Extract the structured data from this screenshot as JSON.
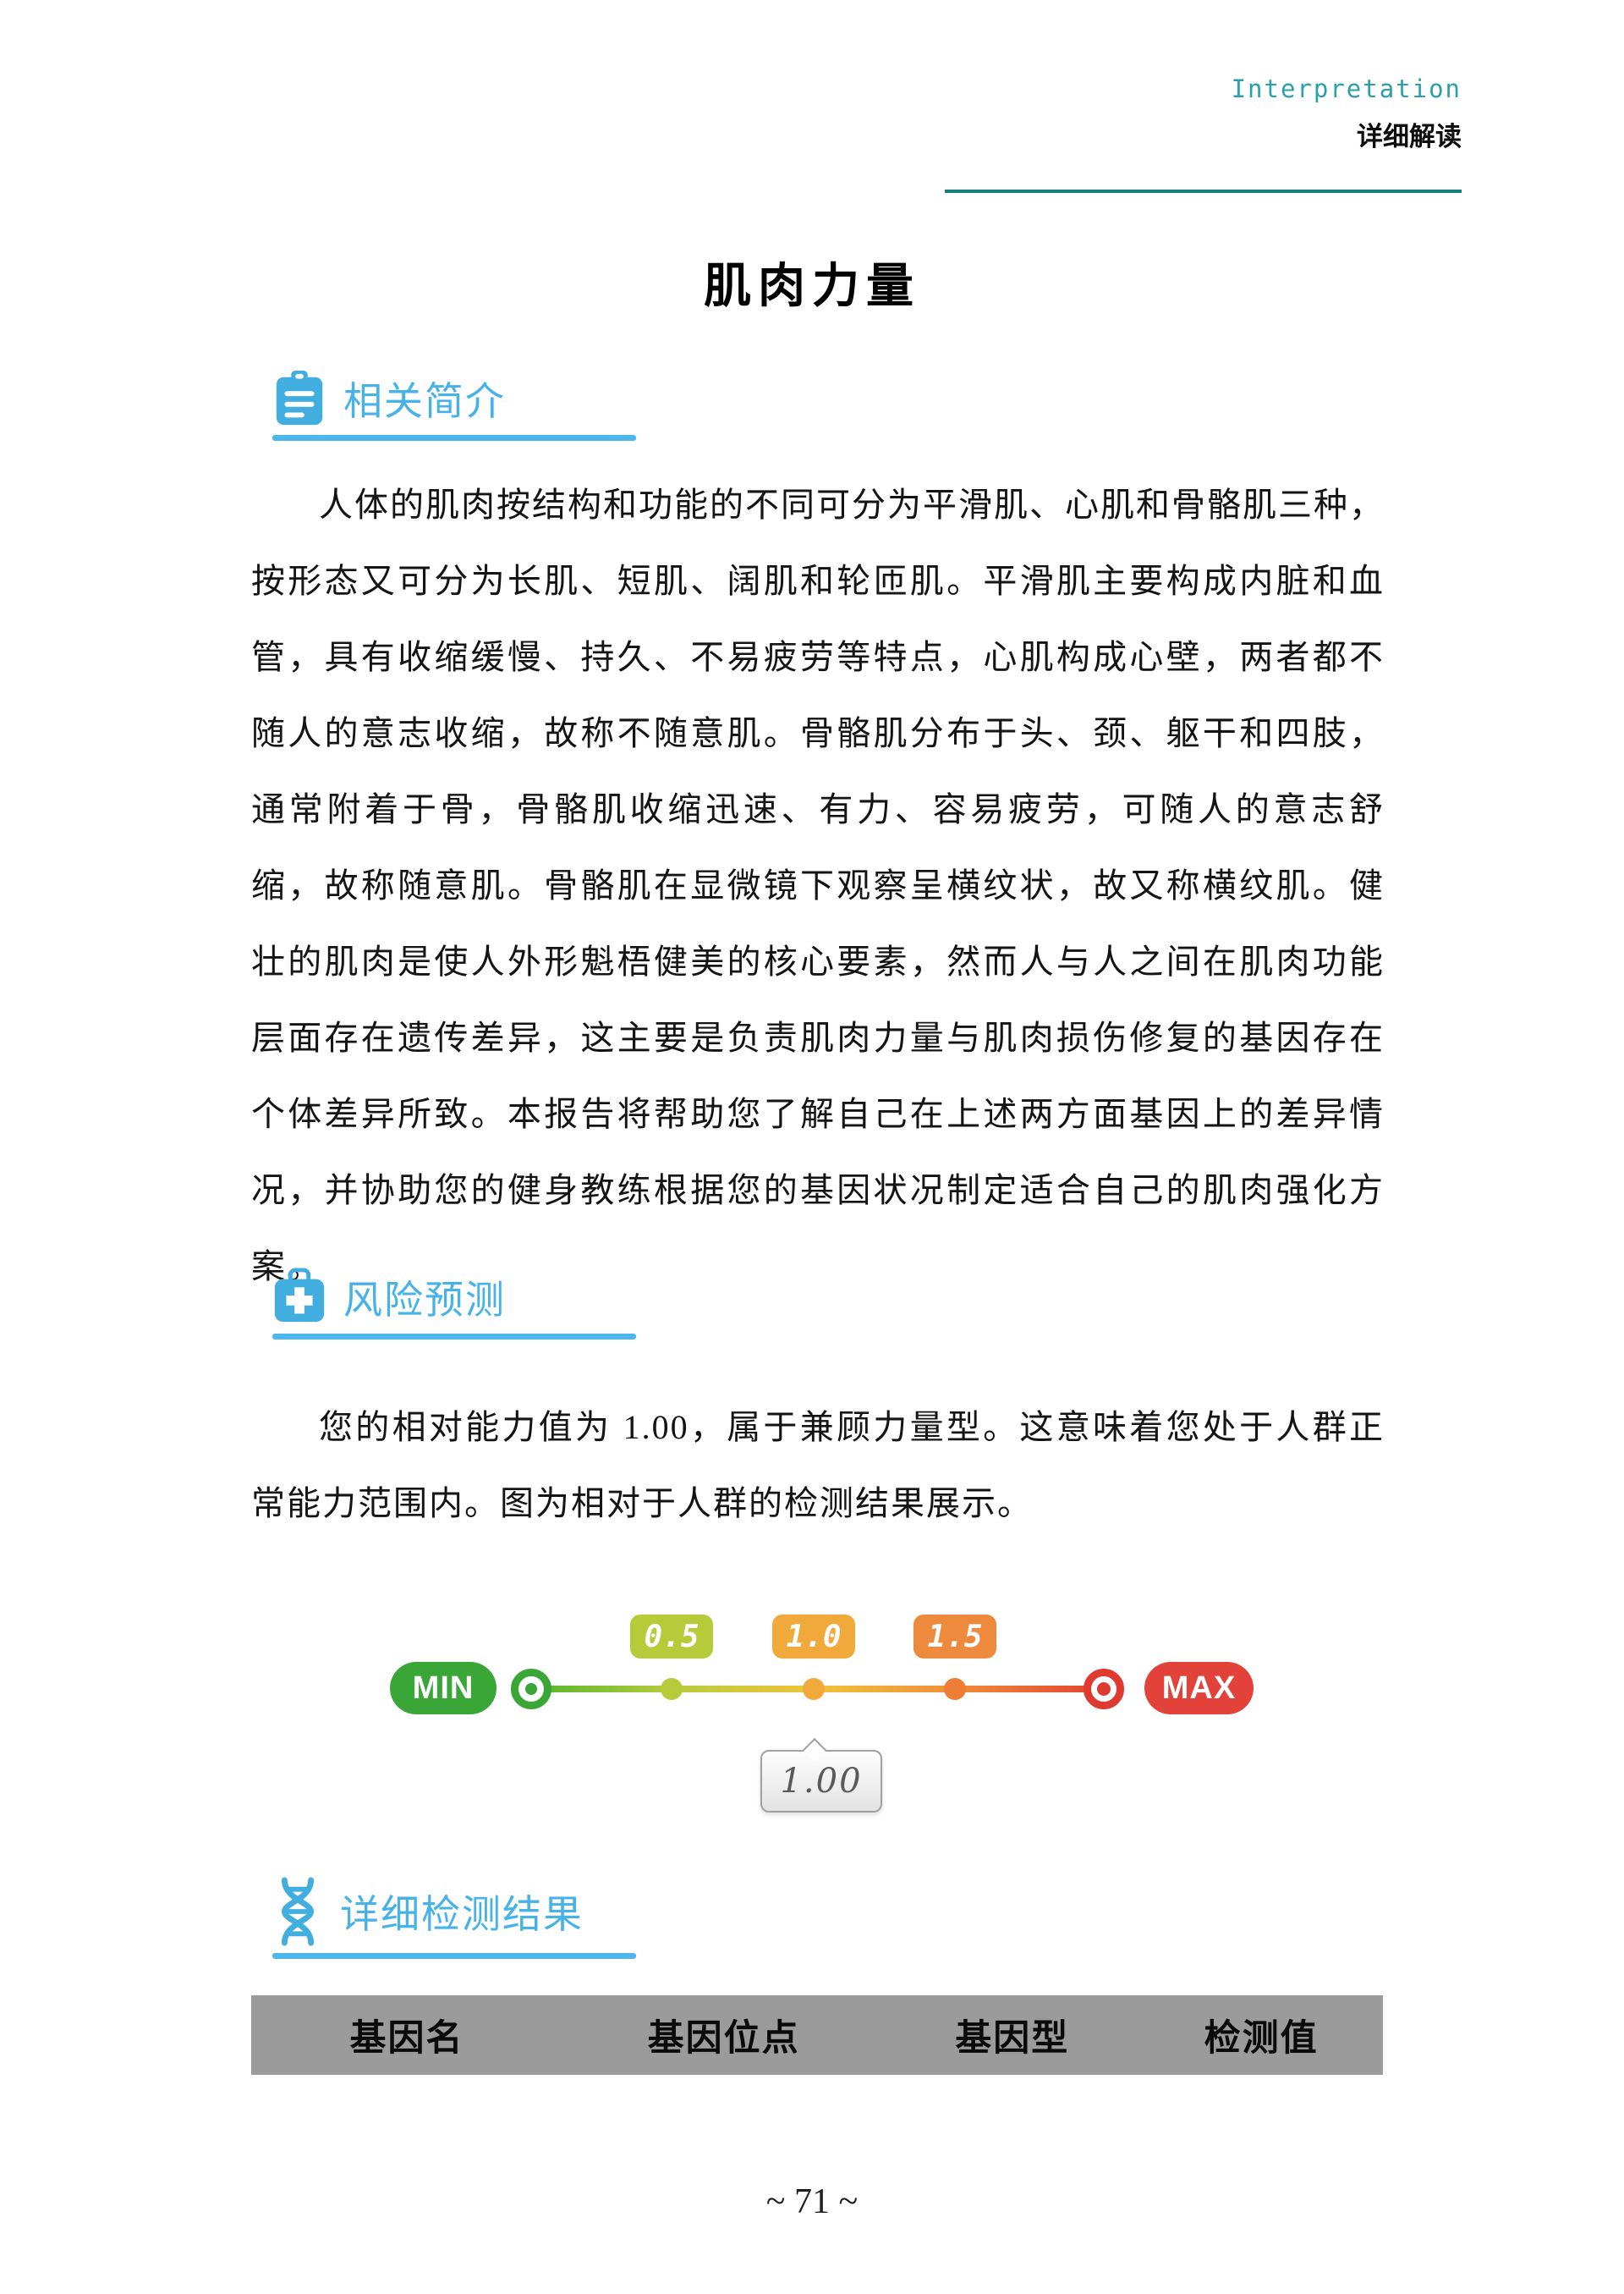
{
  "page": {
    "header": {
      "eyebrow": "Interpretation",
      "subtitle": "详细解读"
    },
    "title": "肌肉力量",
    "sections": {
      "intro": {
        "icon": "notepad-icon",
        "heading": "相关简介",
        "body": "人体的肌肉按结构和功能的不同可分为平滑肌、心肌和骨骼肌三种，按形态又可分为长肌、短肌、阔肌和轮匝肌。平滑肌主要构成内脏和血管，具有收缩缓慢、持久、不易疲劳等特点，心肌构成心壁，两者都不随人的意志收缩，故称不随意肌。骨骼肌分布于头、颈、躯干和四肢，通常附着于骨，骨骼肌收缩迅速、有力、容易疲劳，可随人的意志舒缩，故称随意肌。骨骼肌在显微镜下观察呈横纹状，故又称横纹肌。健壮的肌肉是使人外形魁梧健美的核心要素，然而人与人之间在肌肉功能层面存在遗传差异，这主要是负责肌肉力量与肌肉损伤修复的基因存在个体差异所致。本报告将帮助您了解自己在上述两方面基因上的差异情况，并协助您的健身教练根据您的基因状况制定适合自己的肌肉强化方案。"
      },
      "risk": {
        "icon": "first-aid-icon",
        "heading": "风险预测",
        "body": "您的相对能力值为 1.00，属于兼顾力量型。这意味着您处于人群正常能力范围内。图为相对于人群的检测结果展示。"
      },
      "results": {
        "icon": "dna-icon",
        "heading": "详细检测结果"
      }
    },
    "gauge": {
      "min_label": "MIN",
      "max_label": "MAX",
      "ticks": [
        {
          "label": "0.5",
          "color": "#b5cb3a"
        },
        {
          "label": "1.0",
          "color": "#f2a93c"
        },
        {
          "label": "1.5",
          "color": "#ee8a3d"
        }
      ],
      "value_label": "1.00"
    },
    "table": {
      "headers": [
        "基因名",
        "基因位点",
        "基因型",
        "检测值"
      ]
    },
    "footer": "~ 71 ~"
  },
  "colors": {
    "accent_blue": "#47b2e8",
    "header_teal": "#2aa0ab",
    "divider_teal": "#17807f",
    "min_green": "#3aa637",
    "max_red": "#e2423a",
    "track_gradient": [
      "#55b42e",
      "#b8cc3e",
      "#f0c33c",
      "#ee8c3a",
      "#e0432f"
    ],
    "table_header_bg": "#9b9b9b"
  }
}
